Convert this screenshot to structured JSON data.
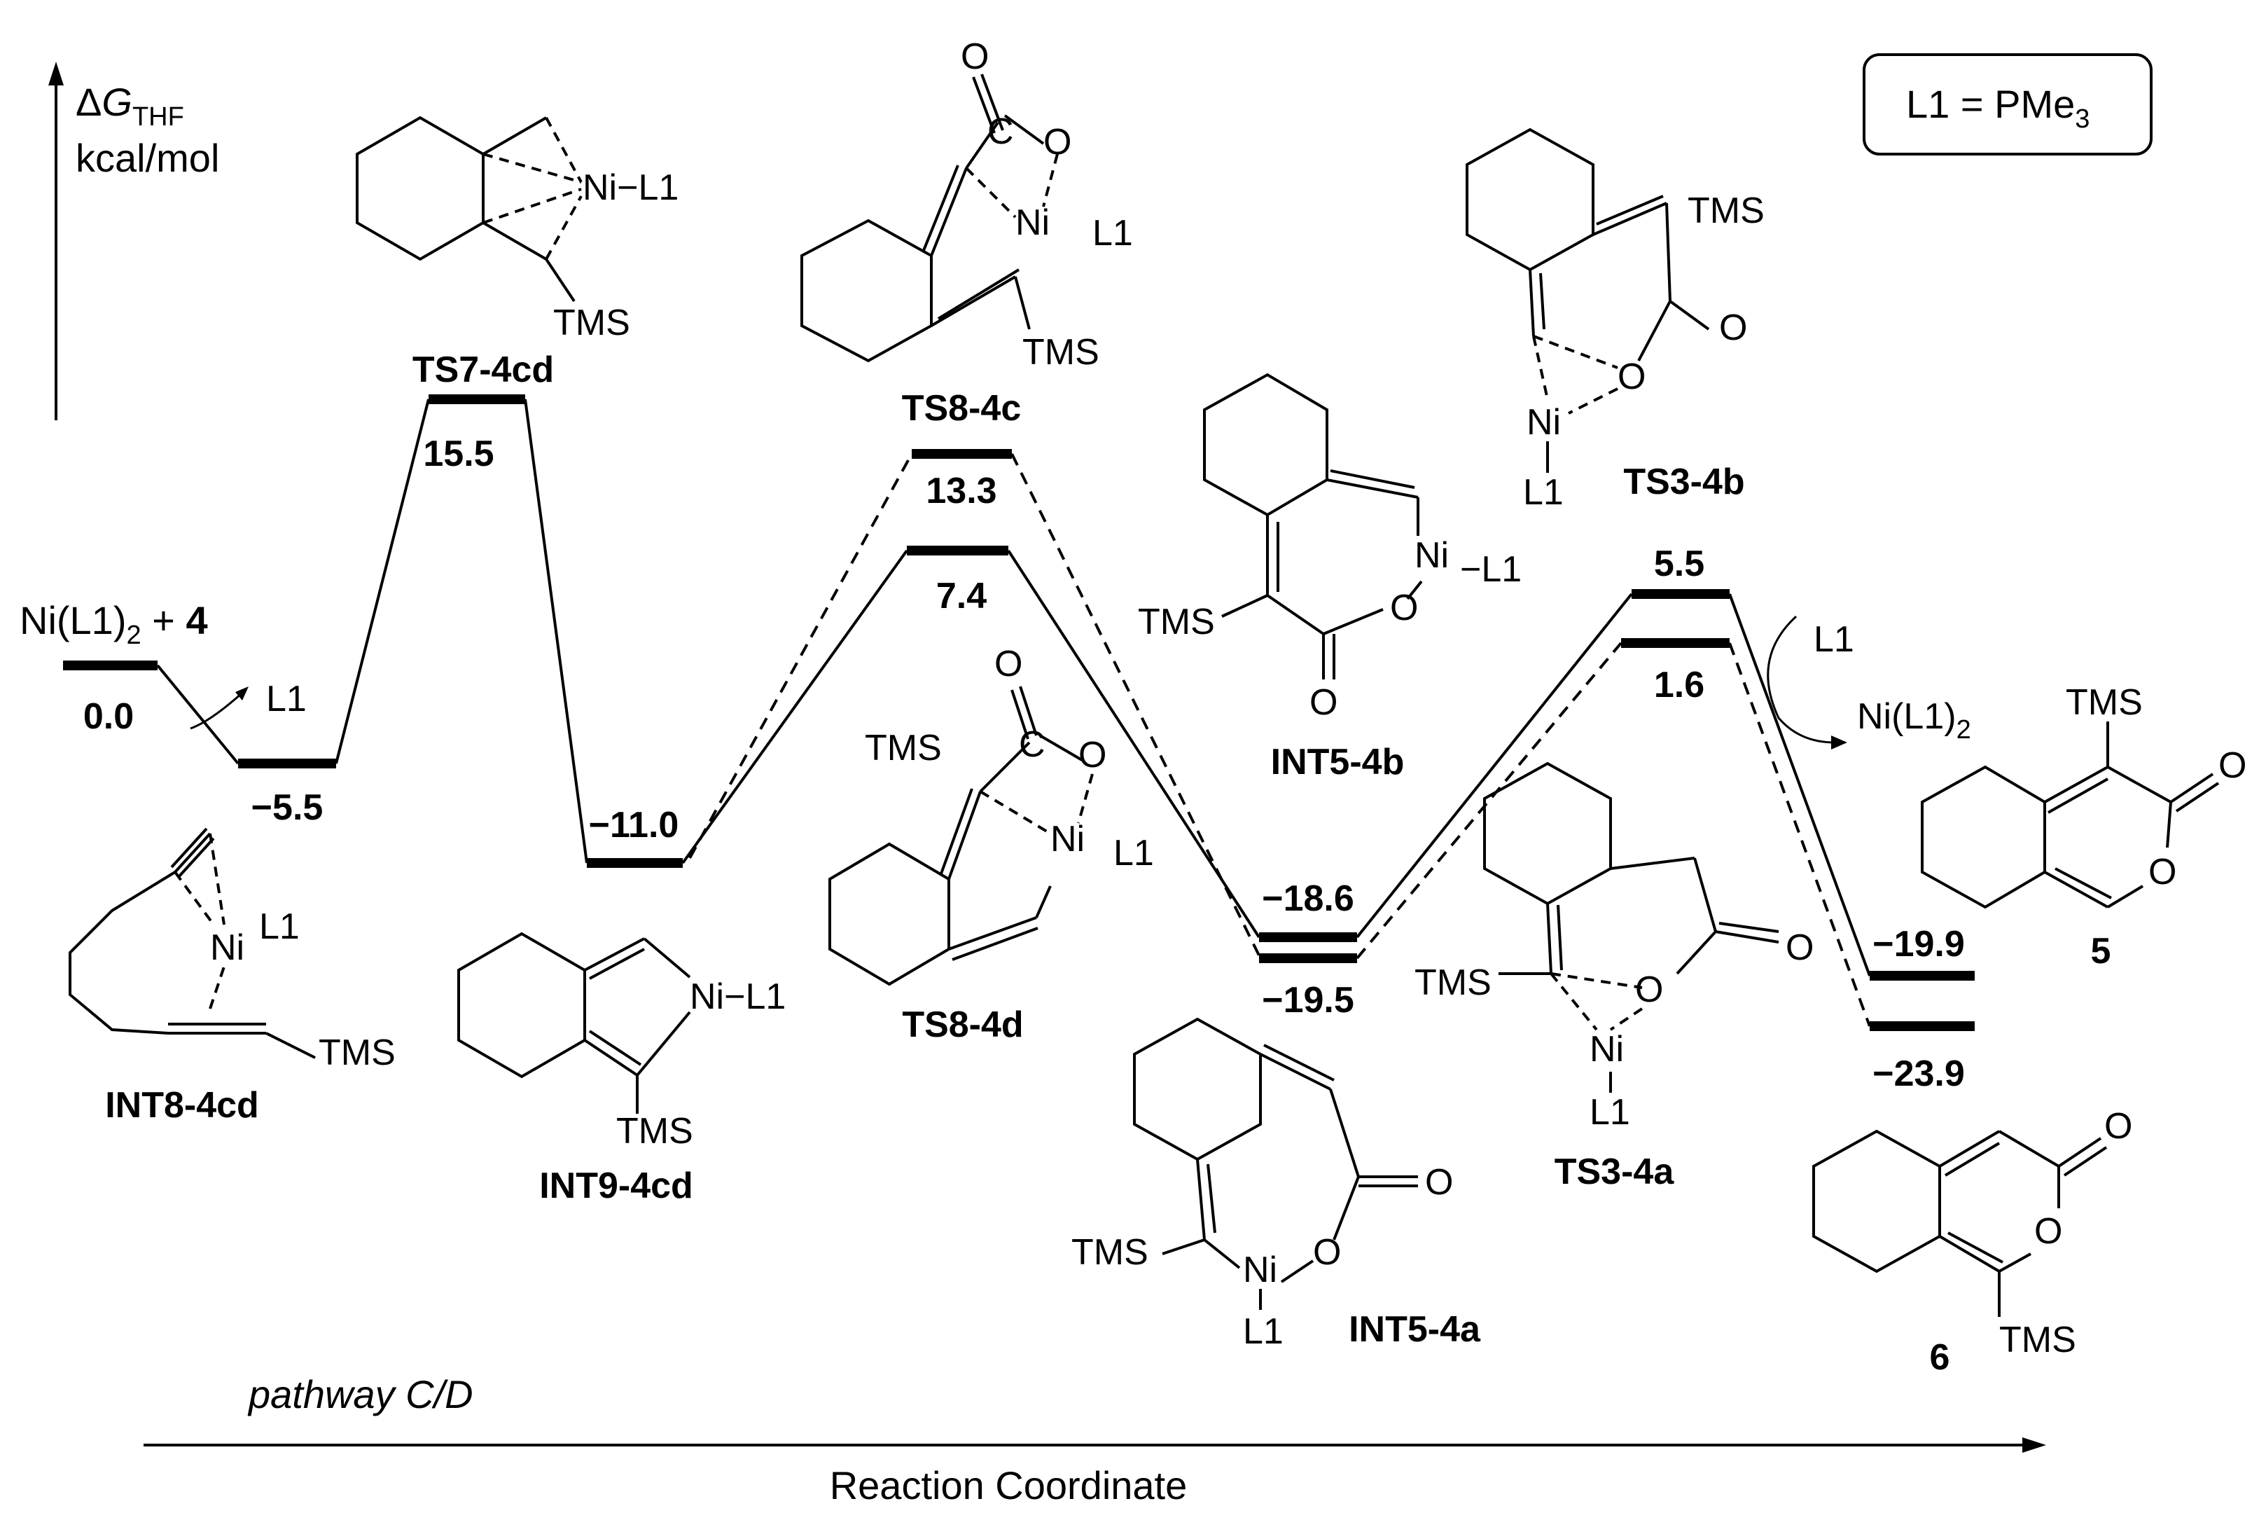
{
  "axes": {
    "y_delta": "Δ",
    "y_G": "G",
    "y_sub": "THF",
    "y_units": "kcal/mol",
    "x_label": "Reaction Coordinate",
    "pathway": "pathway C/D"
  },
  "legend": {
    "text": "L1 = PMe",
    "sub": "3"
  },
  "start": {
    "prefix": "Ni(L1)",
    "sub": "2",
    "plus": " + ",
    "bold": "4"
  },
  "energies": {
    "e0": "0.0",
    "e1": "−5.5",
    "ts7": "15.5",
    "int9": "−11.0",
    "ts8c": "13.3",
    "ts8d": "7.4",
    "int5b": "−18.6",
    "int5a": "−19.5",
    "ts3b": "5.5",
    "ts3a": "1.6",
    "p5": "−19.9",
    "p6": "−23.9"
  },
  "names": {
    "ts7": "TS7-4cd",
    "int8": "INT8-4cd",
    "ts8c": "TS8-4c",
    "int9": "INT9-4cd",
    "ts8d": "TS8-4d",
    "int5b": "INT5-4b",
    "int5a": "INT5-4a",
    "ts3b": "TS3-4b",
    "ts3a": "TS3-4a",
    "p5": "5",
    "p6": "6"
  },
  "atoms": {
    "ni": "Ni",
    "l1": "L1",
    "tms": "TMS",
    "o": "O",
    "c": "C",
    "dash_l1": "−L1",
    "ni_l1": "Ni(L1)",
    "ni_l1_sub": "2"
  }
}
